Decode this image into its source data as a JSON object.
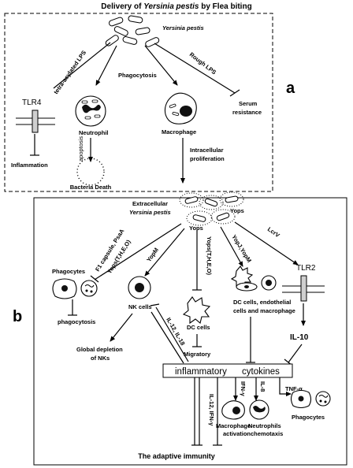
{
  "title_prefix": "Delivery of ",
  "title_species": "Yersinia pestis",
  "title_suffix": " by Flea biting",
  "panel_a": {
    "letter": "a",
    "species_label": "Yersinia pestis",
    "tetra_lps": "tetra-acylated LPS",
    "phagocytosis": "Phagocytosis",
    "rough_lps": "Rough LPS",
    "tlr4": "TLR4",
    "neutrophil": "Neutrophil",
    "macrophage": "Macrophage",
    "serum_resistance_1": "Serum",
    "serum_resistance_2": "resistance",
    "apoptosis": "apoptosis",
    "inflammation": "Inflammation",
    "bacteria_death": "Bacteria Death",
    "intracellular_1": "Intracellular",
    "intracellular_2": "proliferation"
  },
  "panel_b": {
    "letter": "b",
    "extracellular_1": "Extracellular",
    "extracellular_2": "Yersinia pestis",
    "yops_1": "Yops",
    "yops_2": "Yops",
    "f1_capsule": "F1 capsule, PsaA",
    "yops_theo": "Yops(T,H,E,O)",
    "yopm": "YopM",
    "yops_theo_2": "Yops(T,H,E,O)",
    "yopj_yopm": "YopJ,YopM",
    "lcrv": "LcrV",
    "tlr2": "TLR2",
    "phagocytes": "Phagocytes",
    "phagocytosis": "phagocytosis",
    "nk_cells": "NK cells",
    "il12_il18": "IL-12, IL-18",
    "dc_cells": "DC cells",
    "dc_endo_1": "DC  cells,  endothelial",
    "dc_endo_2": "cells and macrophage",
    "il10": "IL-10",
    "global_depletion_1": "Global depletion",
    "global_depletion_2": "of NKs",
    "migratory": "Migratory",
    "inflammatory_1": "inflammatory",
    "inflammatory_2": "cytokines",
    "ifn_g": "IFN-γ",
    "il8": "IL-8",
    "tnf_a": "TNF-α",
    "il12_ifn": "IL-12, IFN-γ",
    "macrophage_activation_1": "Macrophage",
    "macrophage_activation_2": "activation",
    "neutrophils_chemotaxis_1": "Neutrophils",
    "neutrophils_chemotaxis_2": "chemotaxis",
    "phagocytes_2": "Phagocytes",
    "adaptive": "The adaptive immunity"
  }
}
